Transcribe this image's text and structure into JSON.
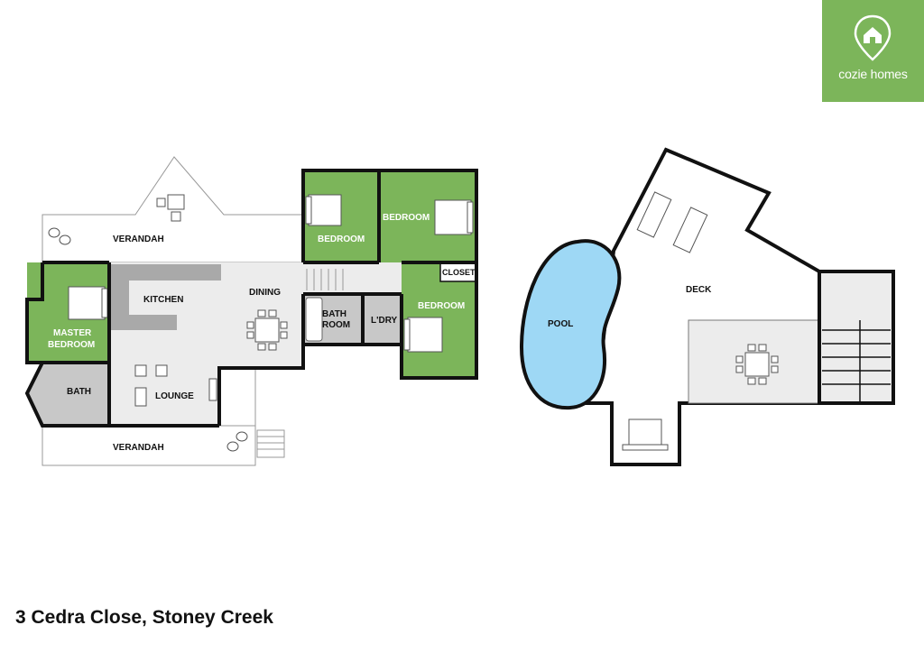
{
  "brand": {
    "name": "cozie homes",
    "color": "#7cb55a",
    "icon": "house-location-pin-icon"
  },
  "address": "3 Cedra Close, Stoney Creek",
  "colors": {
    "bedroom": "#7cb55a",
    "wet_area": "#c8c8c8",
    "floor": "#ececec",
    "pool": "#9ed8f5",
    "wall": "#111111"
  },
  "ground_floor": {
    "rooms": {
      "verandah_top": "VERANDAH",
      "bedroom_1": "BEDROOM",
      "bedroom_2": "BEDROOM",
      "kitchen": "KITCHEN",
      "dining": "DINING",
      "bathroom": [
        "BATH",
        "ROOM"
      ],
      "laundry": "L'DRY",
      "closet": "CLOSET",
      "bedroom_3": "BEDROOM",
      "master_bedroom": [
        "MASTER",
        "BEDROOM"
      ],
      "bath": "BATH",
      "lounge": "LOUNGE",
      "verandah_bottom": "VERANDAH"
    }
  },
  "outdoor": {
    "pool": "POOL",
    "deck": "DECK"
  }
}
